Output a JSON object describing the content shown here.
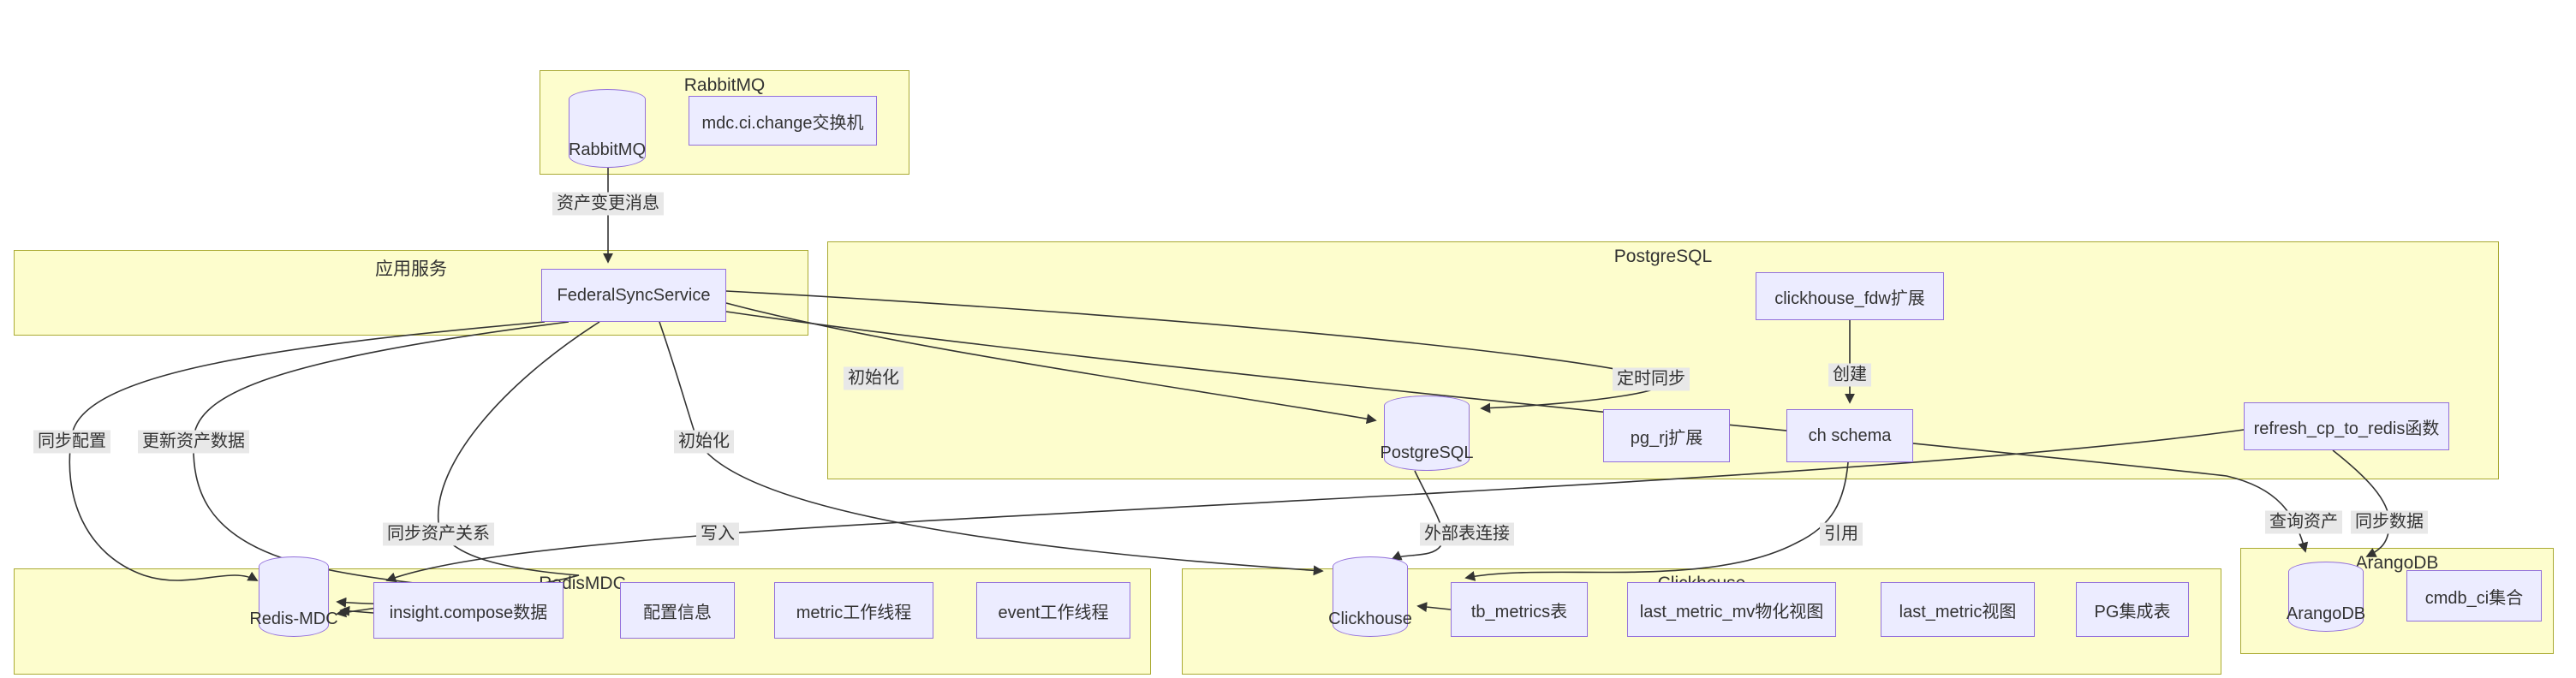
{
  "diagram": {
    "type": "flowchart",
    "subgraphs": {
      "rabbitmq": {
        "title": "RabbitMQ"
      },
      "app": {
        "title": "应用服务"
      },
      "postgresql": {
        "title": "PostgreSQL"
      },
      "redismdc": {
        "title": "RedisMDC"
      },
      "clickhouse": {
        "title": "Clickhouse"
      },
      "arangodb": {
        "title": "ArangoDB"
      }
    },
    "nodes": {
      "mq": {
        "label": "RabbitMQ",
        "shape": "cylinder"
      },
      "exchange": {
        "label": "mdc.ci.change交换机",
        "shape": "rect"
      },
      "fss": {
        "label": "FederalSyncService",
        "shape": "rect"
      },
      "pg": {
        "label": "PostgreSQL",
        "shape": "cylinder"
      },
      "fdw": {
        "label": "clickhouse_fdw扩展",
        "shape": "rect"
      },
      "pgrj": {
        "label": "pg_rj扩展",
        "shape": "rect"
      },
      "chschema": {
        "label": "ch schema",
        "shape": "rect"
      },
      "refreshfn": {
        "label": "refresh_cp_to_redis函数",
        "shape": "rect"
      },
      "redis": {
        "label": "Redis-MDC",
        "shape": "cylinder"
      },
      "insight": {
        "label": "insight.compose数据",
        "shape": "rect"
      },
      "config": {
        "label": "配置信息",
        "shape": "rect"
      },
      "metricworker": {
        "label": "metric工作线程",
        "shape": "rect"
      },
      "eventworker": {
        "label": "event工作线程",
        "shape": "rect"
      },
      "ch": {
        "label": "Clickhouse",
        "shape": "cylinder"
      },
      "tbmetrics": {
        "label": "tb_metrics表",
        "shape": "rect"
      },
      "lastmv": {
        "label": "last_metric_mv物化视图",
        "shape": "rect"
      },
      "lastview": {
        "label": "last_metric视图",
        "shape": "rect"
      },
      "pgtable": {
        "label": "PG集成表",
        "shape": "rect"
      },
      "arango": {
        "label": "ArangoDB",
        "shape": "cylinder"
      },
      "cmdbci": {
        "label": "cmdb_ci集合",
        "shape": "rect"
      }
    },
    "edges": [
      {
        "from": "mq",
        "to": "fss",
        "label": "资产变更消息"
      },
      {
        "from": "fss",
        "to": "redis",
        "label": "同步配置"
      },
      {
        "from": "fss",
        "to": "redis",
        "label": "更新资产数据"
      },
      {
        "from": "fss",
        "to": "redis",
        "label": "同步资产关系"
      },
      {
        "from": "fss",
        "to": "pg",
        "label": "初始化"
      },
      {
        "from": "fss",
        "to": "pg",
        "label": "定时同步"
      },
      {
        "from": "fss",
        "to": "ch",
        "label": "初始化"
      },
      {
        "from": "fdw",
        "to": "chschema",
        "label": "创建"
      },
      {
        "from": "pg",
        "to": "ch",
        "label": "外部表连接"
      },
      {
        "from": "chschema",
        "to": "tbmetrics",
        "label": "引用"
      },
      {
        "from": "tbmetrics",
        "to": "ch",
        "label": ""
      },
      {
        "from": "insight",
        "to": "redis",
        "label": ""
      },
      {
        "from": "refreshfn",
        "to": "insight",
        "label": "写入"
      },
      {
        "from": "fss",
        "to": "arango",
        "label": "查询资产"
      },
      {
        "from": "refreshfn",
        "to": "arango",
        "label": "同步数据"
      }
    ],
    "colors": {
      "subgraph_fill": "#fdfdcd",
      "subgraph_border": "#aaaa33",
      "node_fill": "#ececff",
      "node_border": "#9370db",
      "edge": "#333333",
      "edge_label_bg": "#e8e8e8",
      "text": "#333333",
      "background": "#ffffff"
    }
  }
}
